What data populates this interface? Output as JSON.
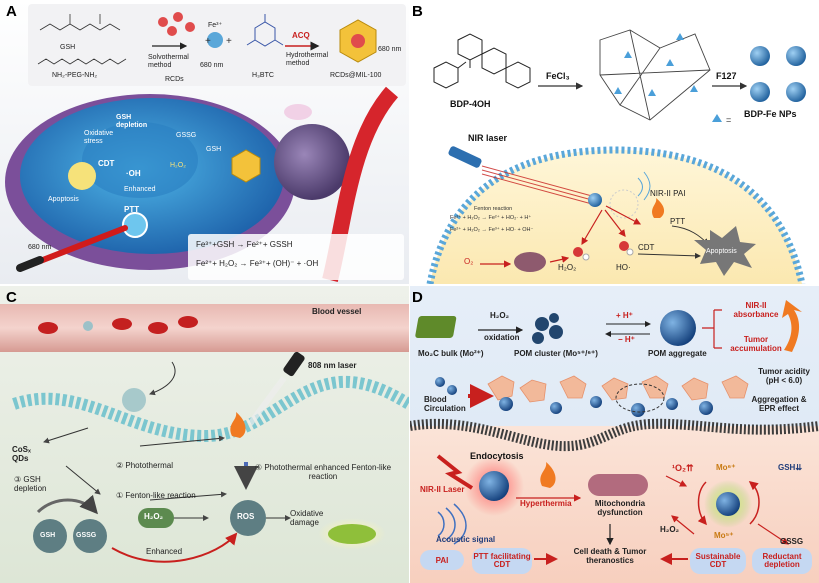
{
  "panels": {
    "a": {
      "label": "A",
      "gsh": "GSH",
      "peg": "NH₂-PEG-NH₂",
      "solvothermal": "Solvothermal method",
      "rcds": "RCDs",
      "fe3": "Fe³⁺",
      "nm680_a": "680 nm",
      "h3btc": "H₃BTC",
      "acq": "ACQ",
      "hydrothermal": "Hydrothermal method",
      "nm680_b": "680 nm",
      "rcds_mil": "RCDs@MIL-100",
      "gsh_depletion": "GSH depletion",
      "gssg": "GSSG",
      "oxidative_stress": "Oxidative stress",
      "cdt": "CDT",
      "oh_center": "·OH",
      "h2o2": "H₂O₂",
      "gsh_cell": "GSH",
      "enhanced": "Enhanced",
      "apoptosis": "Apoptosis",
      "ptt": "PTT",
      "nm680_c": "680 nm",
      "eq1": "Fe³⁺+GSH → Fe²⁺+ GSSH",
      "eq2": "Fe²⁺+ H₂O₂ → Fe³⁺+ (OH)⁻ + ·OH"
    },
    "b": {
      "label": "B",
      "fecl3": "FeCl₃",
      "f127": "F127",
      "bdp": "BDP-4OH",
      "np": "BDP-Fe NPs",
      "nir_laser": "NIR laser",
      "fenton_title": "Fenton reaction",
      "fenton1": "Fe³⁺ + H₂O₂ → Fe²⁺ + HO₂· + H⁺",
      "fenton2": "Fe²⁺ + H₂O₂ → Fe³⁺ + HO· + OH⁻",
      "pai": "NIR-II PAI",
      "ptt": "PTT",
      "cdt": "CDT",
      "apoptosis": "Apoptosis",
      "o2": "O₂",
      "h2o2": "H₂O₂",
      "ho": "HO·"
    },
    "c": {
      "label": "C",
      "vessel": "Blood vessel",
      "laser": "808 nm laser",
      "cosx": "CoSₓ QDs",
      "photothermal": "② Photothermal",
      "gsh_dep": "③ GSH depletion",
      "fenton": "① Fenton-like reaction",
      "enh_title": "④ Photothermal enhanced Fenton-like reaction",
      "h2o2": "H₂O₂",
      "ros": "ROS",
      "damage": "Oxidative damage",
      "gsh": "GSH",
      "gssg": "GSSG",
      "enhanced": "Enhanced"
    },
    "d": {
      "label": "D",
      "h2o2": "H₂O₂",
      "oxidation": "oxidation",
      "hplus": "+ H⁺",
      "hminus": "− H⁺",
      "nir2": "NIR-II absorbance",
      "tumor_acc": "Tumor accumulation",
      "mo2c": "Mo₂C bulk (Mo²⁺)",
      "pom_cluster": "POM cluster (Mo⁵⁺/⁶⁺)",
      "pom_agg": "POM aggregate",
      "tumor_acidity": "Tumor acidity (pH < 6.0)",
      "blood_circ": "Blood Circulation",
      "agg_epr": "Aggregation & EPR effect",
      "endocytosis": "Endocytosis",
      "nir_laser": "NIR-II Laser",
      "hyperthermia": "Hyperthermia",
      "mito": "Mitochondria dysfunction",
      "so2": "¹O₂⇈",
      "mo6": "Mo⁶⁺",
      "gsh": "GSH⇊",
      "acoustic": "Acoustic signal",
      "h2o2_b": "H₂O₂",
      "mo5": "Mo⁵⁺",
      "gssg": "GSSG",
      "pai": "PAI",
      "ptt": "PTT facilitating CDT",
      "death": "Cell death & Tumor theranostics",
      "sust": "Sustainable CDT",
      "reductant": "Reductant depletion"
    }
  }
}
